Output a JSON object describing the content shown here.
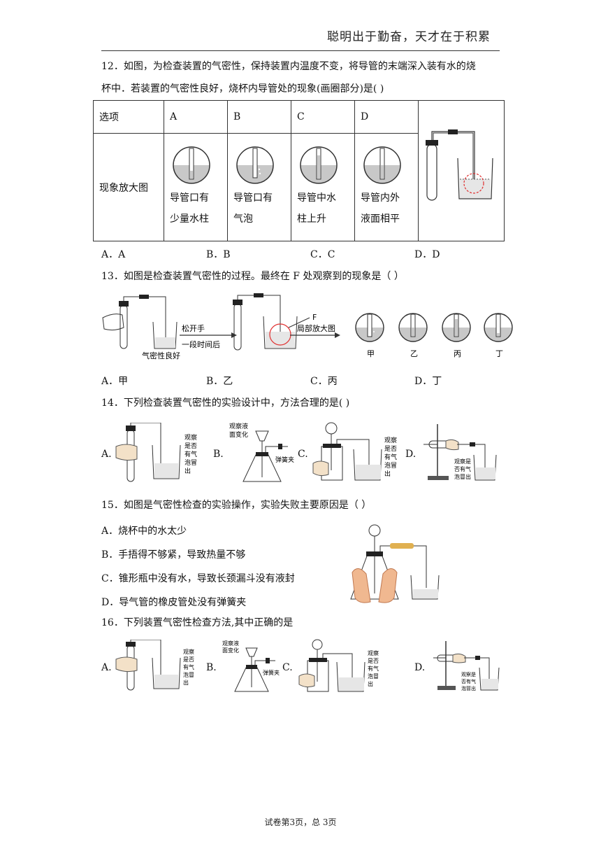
{
  "header": {
    "motto": "聪明出于勤奋，天才在于积累"
  },
  "q12": {
    "line1": "12．如图，为检查装置的气密性，保持装置内温度不变，将导管的末端深入装有水的烧",
    "line2": "杯中．若装置的气密性良好，烧杯内导管处的现象(画圈部分)是(        )",
    "table": {
      "row1_head": "选项",
      "row2_head": "现象放大图",
      "cols": [
        {
          "letter": "A",
          "desc1": "导管口有",
          "desc2": "少量水柱"
        },
        {
          "letter": "B",
          "desc1": "导管口有",
          "desc2": "气泡"
        },
        {
          "letter": "C",
          "desc1": "导管中水",
          "desc2": "柱上升"
        },
        {
          "letter": "D",
          "desc1": "导管内外",
          "desc2": "液面相平"
        }
      ]
    },
    "options": [
      "A．A",
      "B．B",
      "C．C",
      "D．D"
    ]
  },
  "q13": {
    "text": "13．如图是检查装置气密性的过程。最终在 F 处观察到的现象是（        ）",
    "figure": {
      "arrow_label1": "松开手",
      "arrow_label2": "一段时间后",
      "caption_left": "气密性良好",
      "point_label": "F",
      "zoom_label": "局部放大图",
      "circle_labels": [
        "甲",
        "乙",
        "丙",
        "丁"
      ]
    },
    "options": [
      "A．甲",
      "B．乙",
      "C．丙",
      "D．丁"
    ]
  },
  "q14": {
    "text": "14．下列检查装置气密性的实验设计中，方法合理的是(        )",
    "options": [
      "A.",
      "B.",
      "C.",
      "D."
    ],
    "labels": {
      "observe_bubbles": [
        "观察",
        "是否",
        "有气",
        "泡冒",
        "出"
      ],
      "observe_liquid": [
        "观察液",
        "面变化"
      ],
      "clamp": "弹簧夹",
      "observe_d": [
        "观察是",
        "否有气",
        "泡冒出"
      ]
    }
  },
  "q15": {
    "text": "15．如图是气密性检查的实验操作，实验失败主要原因是（  ）",
    "options": [
      "A．烧杯中的水太少",
      "B．手捂得不够紧，导致热量不够",
      "C．锥形瓶中没有水，导致长颈漏斗没有液封",
      "D．导气管的橡皮管处没有弹簧夹"
    ]
  },
  "q16": {
    "text": "16．下列装置气密性检查方法,其中正确的是",
    "options": [
      "A.",
      "B.",
      "C.",
      "D."
    ]
  },
  "footer": {
    "page": "试卷第3页，总 3页"
  }
}
